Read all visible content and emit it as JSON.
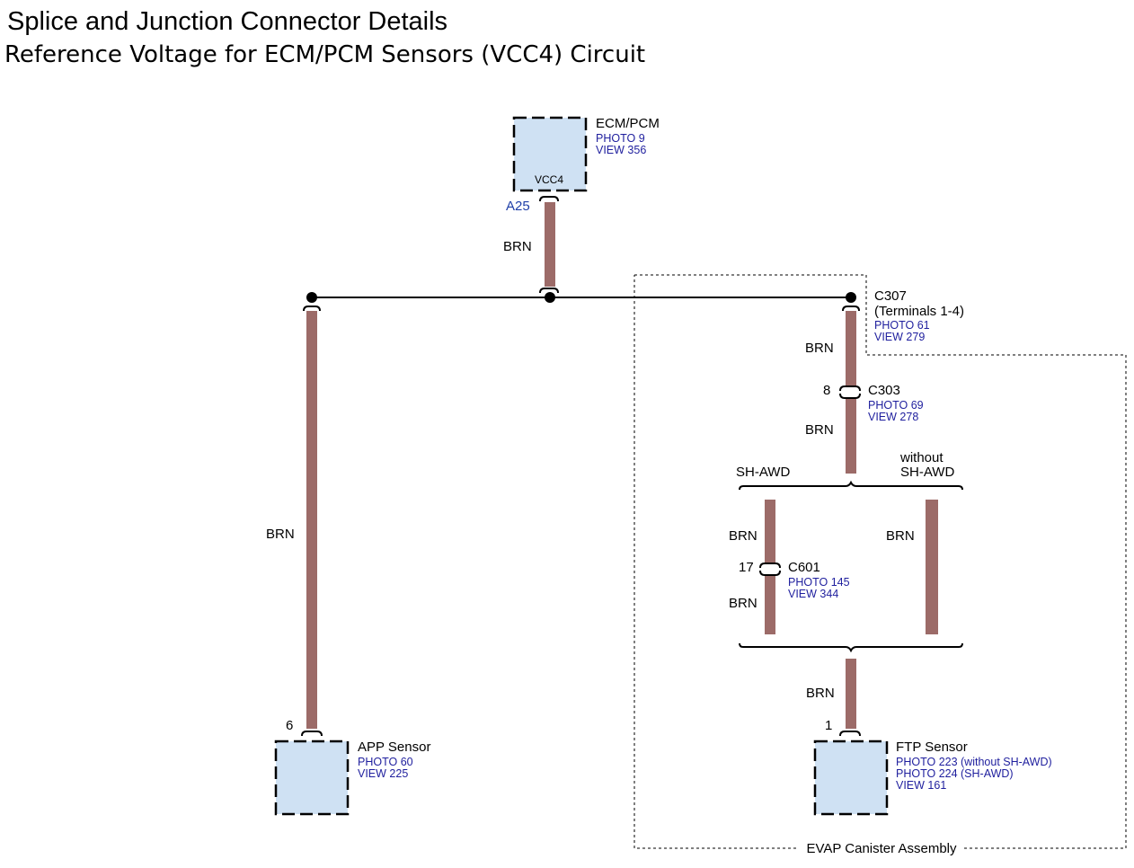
{
  "title": "Splice and Junction Connector Details",
  "subtitle": "Reference Voltage for ECM/PCM Sensors (VCC4) Circuit",
  "wire_color": "#9c6b68",
  "box_fill": "#cfe1f3",
  "ecm": {
    "name": "ECM/PCM",
    "photo": "PHOTO 9",
    "view": "VIEW 356",
    "terminal": "VCC4",
    "pin": "A25"
  },
  "wires": {
    "ecm_wire": "BRN",
    "c307_upper": "BRN",
    "c303_lower": "BRN",
    "app_wire": "BRN",
    "shawd_upper": "BRN",
    "shawd_lower": "BRN",
    "non_shawd": "BRN",
    "ftp_wire": "BRN"
  },
  "c307": {
    "name": "C307",
    "terminals": "(Terminals 1-4)",
    "photo": "PHOTO 61",
    "view": "VIEW 279"
  },
  "c303": {
    "name": "C303",
    "pin": "8",
    "photo": "PHOTO 69",
    "view": "VIEW 278"
  },
  "c601": {
    "name": "C601",
    "pin": "17",
    "photo": "PHOTO 145",
    "view": "VIEW 344"
  },
  "options": {
    "shawd": "SH-AWD",
    "without_line1": "without",
    "without_line2": "SH-AWD"
  },
  "app": {
    "name": "APP Sensor",
    "pin": "6",
    "photo": "PHOTO 60",
    "view": "VIEW 225"
  },
  "ftp": {
    "name": "FTP Sensor",
    "pin": "1",
    "photo1": "PHOTO 223 (without SH-AWD)",
    "photo2": "PHOTO 224 (SH-AWD)",
    "view": "VIEW 161"
  },
  "evap": "EVAP Canister Assembly"
}
